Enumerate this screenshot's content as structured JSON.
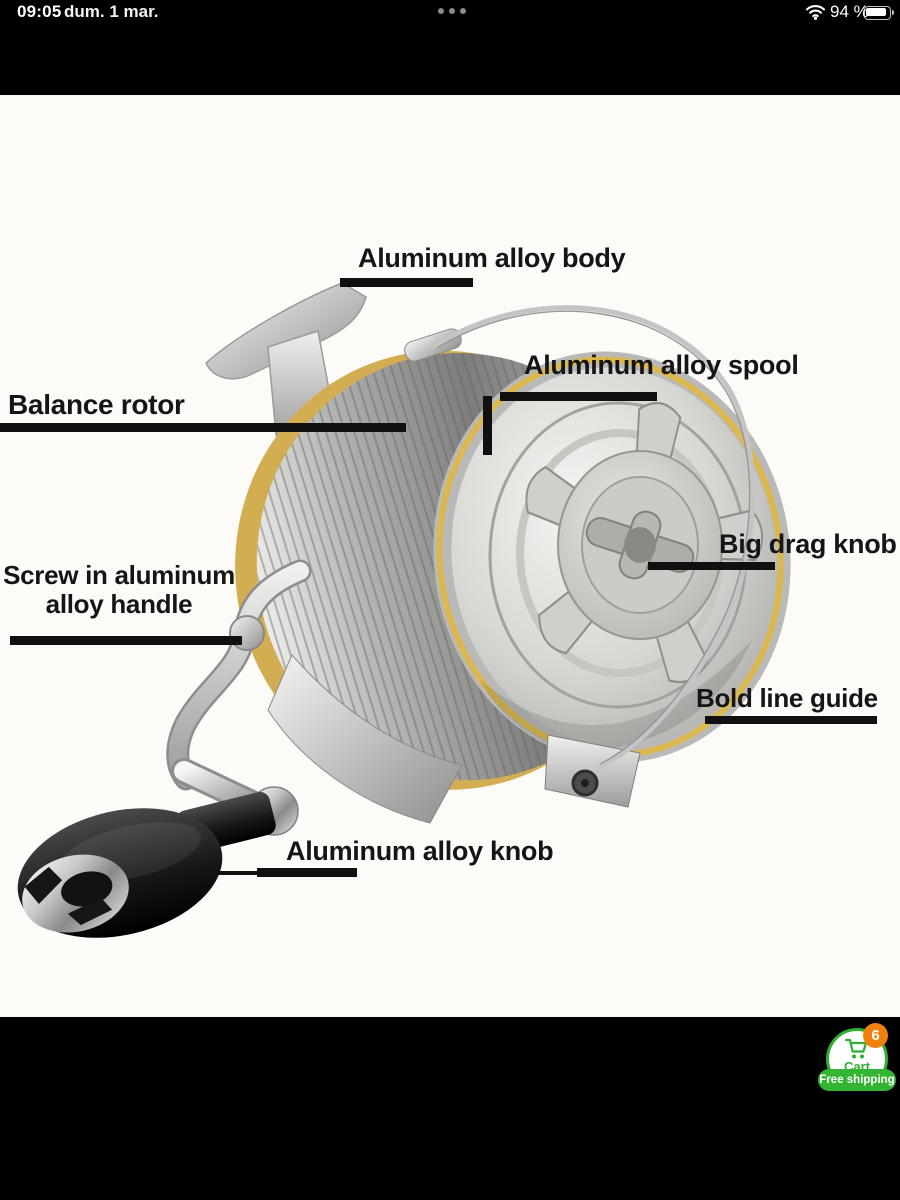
{
  "status_bar": {
    "time": "09:05",
    "date": "dum. 1 mar.",
    "battery_percent": "94 %",
    "icons": {
      "center": "ellipsis-icon",
      "wifi": "wifi-icon",
      "battery": "battery-icon"
    }
  },
  "diagram": {
    "subject": "spinning-fishing-reel",
    "labels": [
      {
        "id": "aluminum-alloy-body",
        "text": "Aluminum alloy body"
      },
      {
        "id": "aluminum-alloy-spool",
        "text": "Aluminum alloy spool"
      },
      {
        "id": "balance-rotor",
        "text": "Balance rotor"
      },
      {
        "id": "screw-in-aluminum-alloy-handle",
        "text": "Screw in aluminum alloy handle"
      },
      {
        "id": "big-drag-knob",
        "text": "Big drag knob"
      },
      {
        "id": "bold-line-guide",
        "text": "Bold line guide"
      },
      {
        "id": "aluminum-alloy-knob",
        "text": "Aluminum alloy knob"
      }
    ]
  },
  "cart": {
    "label": "Cart",
    "badge_count": "6",
    "shipping_label": "Free shipping",
    "icon": "cart-icon",
    "colors": {
      "green": "#2fae32",
      "pill_green": "#33b433",
      "badge_orange": "#f0810f"
    }
  },
  "colors": {
    "frame_black": "#000000",
    "photo_background": "#fcfbf7",
    "label_ink": "#101010",
    "spool_gold": "#dcb84e"
  }
}
